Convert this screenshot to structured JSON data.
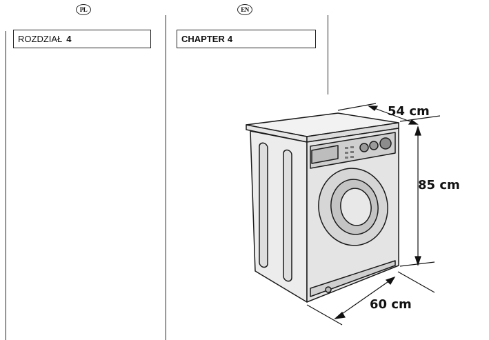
{
  "columns": {
    "pl": {
      "lang_badge": "PL",
      "chapter_word": "ROZDZIAŁ",
      "chapter_number": "4"
    },
    "en": {
      "lang_badge": "EN",
      "chapter_word": "CHAPTER",
      "chapter_number": "4"
    }
  },
  "illustration": {
    "subject": "washing-machine",
    "dimensions": {
      "depth_label": "54 cm",
      "height_label": "85 cm",
      "width_label": "60 cm"
    }
  }
}
